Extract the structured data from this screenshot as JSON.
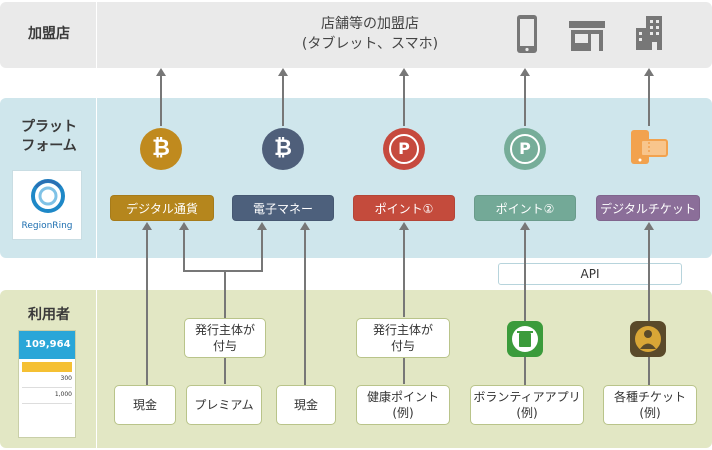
{
  "bands": {
    "store": {
      "label": "加盟店",
      "text_line1": "店舗等の加盟店",
      "text_line2": "(タブレット、スマホ)"
    },
    "platform": {
      "label_line1": "プラット",
      "label_line2": "フォーム",
      "logo_text": "RegionRing"
    },
    "user": {
      "label": "利用者",
      "phone_amount": "109,964",
      "phone_rows": [
        "300",
        "1,000"
      ]
    }
  },
  "platform_items": [
    {
      "label": "デジタル通貨",
      "icon": "bitcoin-icon",
      "glyph": "₿",
      "coin_color": "#c08a1e",
      "tag_color": "#b5861d"
    },
    {
      "label": "電子マネー",
      "icon": "bitcoin-icon",
      "glyph": "₿",
      "coin_color": "#4f5f7a",
      "tag_color": "#4d607c"
    },
    {
      "label": "ポイント①",
      "icon": "point-icon",
      "glyph": "P",
      "coin_color": "#c64a3e",
      "tag_color": "#c44b3c"
    },
    {
      "label": "ポイント②",
      "icon": "point-icon",
      "glyph": "P",
      "coin_color": "#76ad99",
      "tag_color": "#73a997"
    },
    {
      "label": "デジタルチケット",
      "icon": "ticket-icon",
      "glyph": "",
      "coin_color": "#f2a24e",
      "tag_color": "#8b6e99"
    }
  ],
  "api_label": "API",
  "issuer_boxes": [
    {
      "line1": "発行主体が",
      "line2": "付与"
    },
    {
      "line1": "発行主体が",
      "line2": "付与"
    }
  ],
  "user_boxes": [
    {
      "line1": "現金",
      "line2": ""
    },
    {
      "line1": "プレミアム",
      "line2": ""
    },
    {
      "line1": "現金",
      "line2": ""
    },
    {
      "line1": "健康ポイント",
      "line2": "(例)"
    },
    {
      "line1": "ボランティアアプリ",
      "line2": "(例)"
    },
    {
      "line1": "各種チケット",
      "line2": "(例)"
    }
  ],
  "colors": {
    "arrow": "#777777",
    "store_band": "#eaeaea",
    "platform_band": "#cfe6ec",
    "user_band": "#e2e7c4"
  }
}
